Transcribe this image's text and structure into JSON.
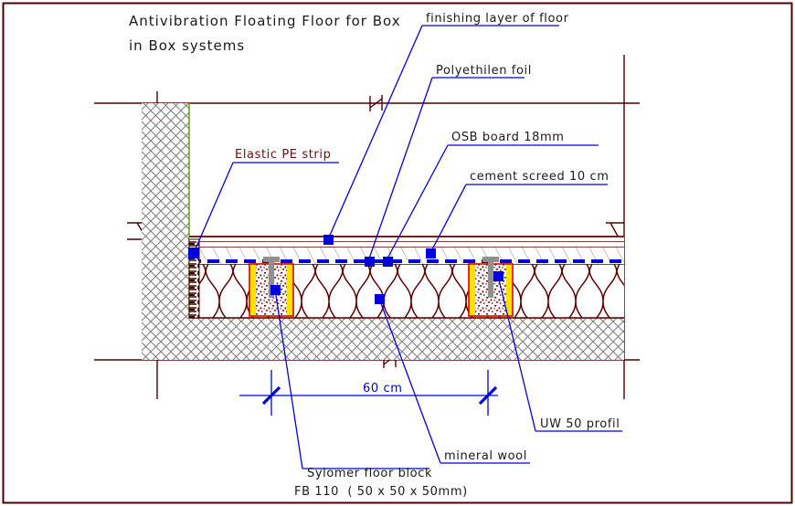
{
  "drawing": {
    "title_line1": "Antivibration Floating Floor for Box",
    "title_line2": "in Box systems",
    "border_color": "#4d0000",
    "leader_color": "#0000dd",
    "hatch_color": "#6b0f0f",
    "wall_hatch_color": "#808080",
    "insulation_line_color": "#5c0000",
    "green_line_color": "#4ca000",
    "sylomer_outline_color": "#dd0000",
    "sylomer_side_color": "#ffe000",
    "profile_color": "#909090"
  },
  "labels": {
    "finishing_layer": "finishing layer of floor",
    "polyethilen_foil": "Polyethilen foil",
    "osb_board": "OSB board 18mm",
    "cement_screed": "cement screed 10 cm",
    "elastic_pe_strip": "Elastic PE strip",
    "mineral_wool": "mineral wool",
    "uw_profil": "UW 50 profil",
    "sylomer_line1": "Sylomer floor block",
    "sylomer_line2": "FB 110  ( 50 x 50 x 50mm)"
  },
  "dimensions": {
    "spacing": "60 cm"
  }
}
